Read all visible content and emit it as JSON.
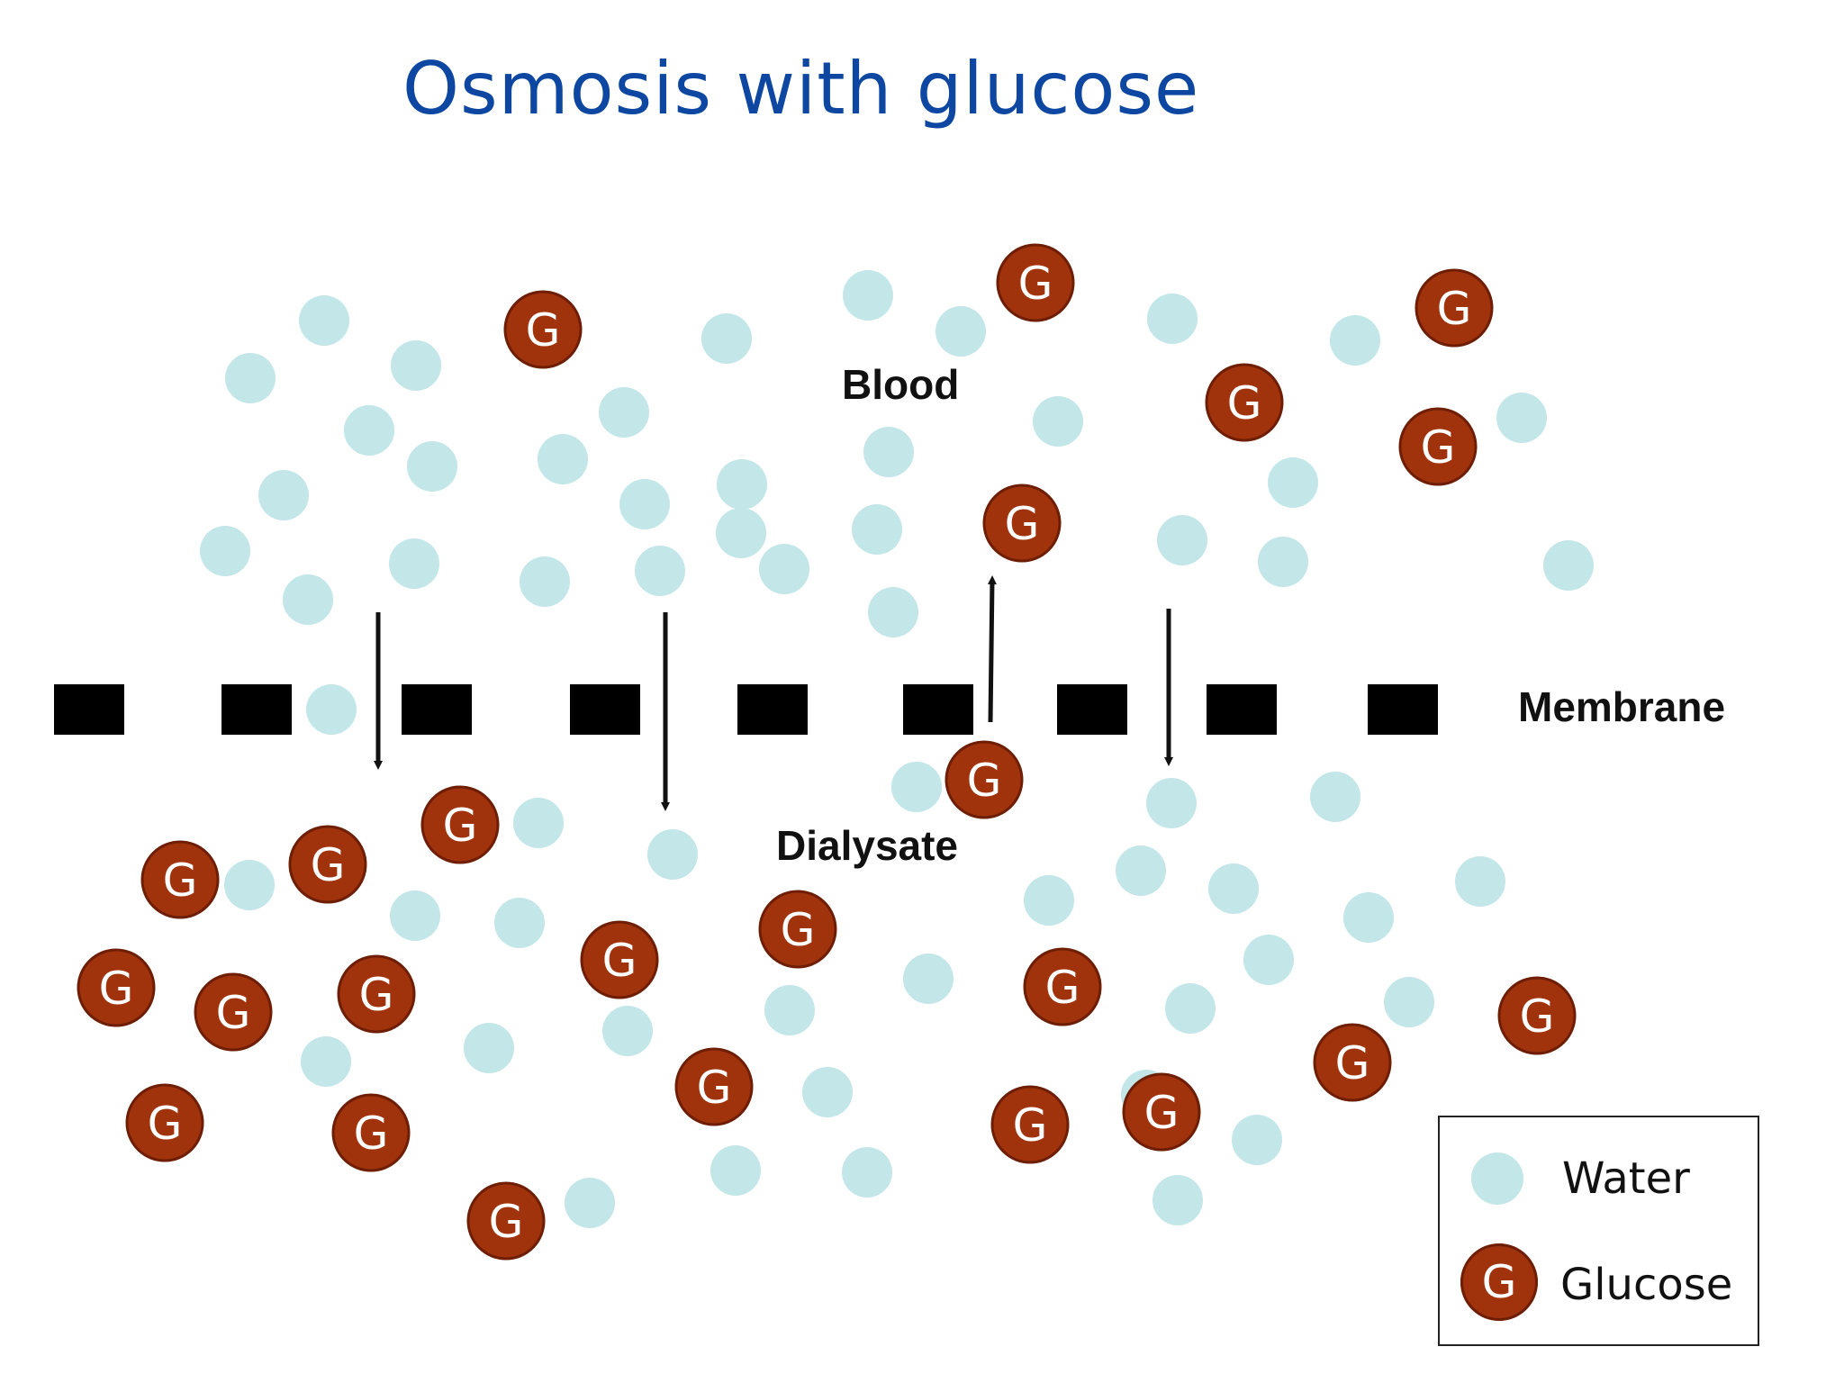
{
  "title": "Osmosis with glucose",
  "labels": {
    "blood": "Blood",
    "membrane": "Membrane",
    "dialysate": "Dialysate"
  },
  "glucose_symbol": "G",
  "legend": {
    "water": "Water",
    "glucose": "Glucose"
  },
  "colors": {
    "title": "#0d47a1",
    "water": "#c3e6e8",
    "glucose_fill": "#a0320c",
    "glucose_stroke": "#6e1e04",
    "membrane": "#000000",
    "arrow": "#111111"
  }
}
